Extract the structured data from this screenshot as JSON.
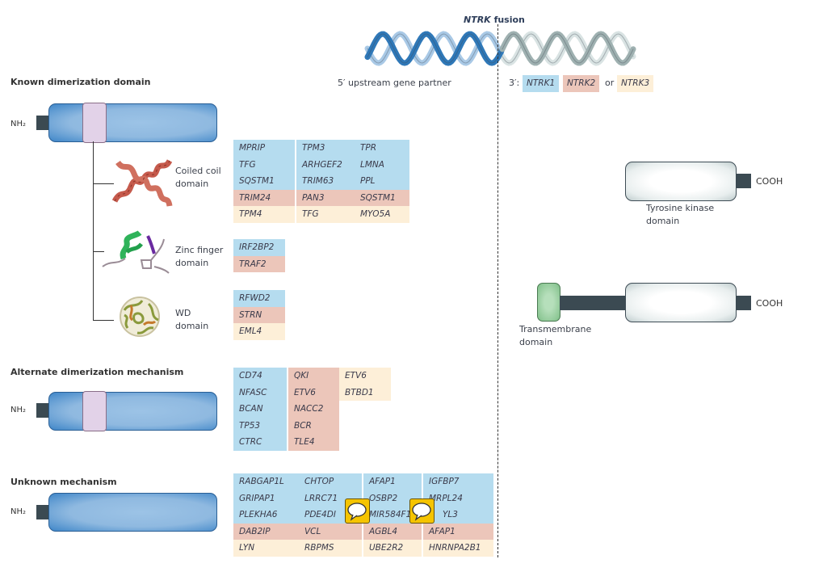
{
  "title": {
    "fusion_label": "NTRK fusion",
    "gene_italic": "NTRK",
    "word": "fusion"
  },
  "partner_label": "5′ upstream gene partner",
  "three_prime": {
    "prefix": "3′:",
    "genes": [
      "NTRK1",
      "NTRK2",
      "NTRK3"
    ],
    "or": "or"
  },
  "colors": {
    "blue": "#b5dcef",
    "pink": "#ecc6ba",
    "yellow": "#fdefd8",
    "protein_blue": "#4a8fd0",
    "dimerization_pink": "#e2d2e8",
    "transmembrane_green": "#8cc994"
  },
  "sections": {
    "known": {
      "heading": "Known dimerization domain",
      "nh2": "NH₂",
      "coiled_coil": {
        "label1": "Coiled coil",
        "label2": "domain",
        "blue_cols": [
          [
            "MPRIP",
            "TFG",
            "SQSTM1"
          ],
          [
            "TPM3",
            "ARHGEF2",
            "TRIM63"
          ],
          [
            "TPR",
            "LMNA",
            "PPL"
          ]
        ],
        "pink": [
          "TRIM24",
          "PAN3",
          "SQSTM1"
        ],
        "yellow": [
          "TPM4",
          "TFG",
          "MYO5A"
        ]
      },
      "zinc_finger": {
        "label1": "Zinc finger",
        "label2": "domain",
        "blue": "IRF2BP2",
        "pink": "TRAF2"
      },
      "wd": {
        "label1": "WD",
        "label2": "domain",
        "blue": "RFWD2",
        "pink": "STRN",
        "yellow": "EML4"
      }
    },
    "alternate": {
      "heading": "Alternate dimerization mechanism",
      "nh2": "NH₂",
      "blue": [
        "CD74",
        "NFASC",
        "BCAN",
        "TP53",
        "CTRC"
      ],
      "pink": [
        "QKI",
        "ETV6",
        "NACC2",
        "BCR",
        "TLE4"
      ],
      "yellow": [
        "ETV6",
        "BTBD1"
      ]
    },
    "unknown": {
      "heading": "Unknown mechanism",
      "nh2": "NH₂",
      "blue_cols": [
        [
          "RABGAP1L",
          "GRIPAP1",
          "PLEKHA6"
        ],
        [
          "CHTOP",
          "LRRC71",
          "PDE4DI"
        ],
        [
          "AFAP1",
          "OSBP2",
          "MIR584F1"
        ],
        [
          "IGFBP7",
          "MRPL24",
          "YL3"
        ]
      ],
      "pink": [
        "DAB2IP",
        "VCL",
        "AGBL4",
        "AFAP1"
      ],
      "yellow": [
        "LYN",
        "RBPMS",
        "UBE2R2",
        "HNRNPA2B1"
      ]
    }
  },
  "right": {
    "cooh": "COOH",
    "tk_label1": "Tyrosine kinase",
    "tk_label2": "domain",
    "tm_label1": "Transmembrane",
    "tm_label2": "domain"
  },
  "icons": [
    "comment-icon",
    "comment-icon"
  ]
}
